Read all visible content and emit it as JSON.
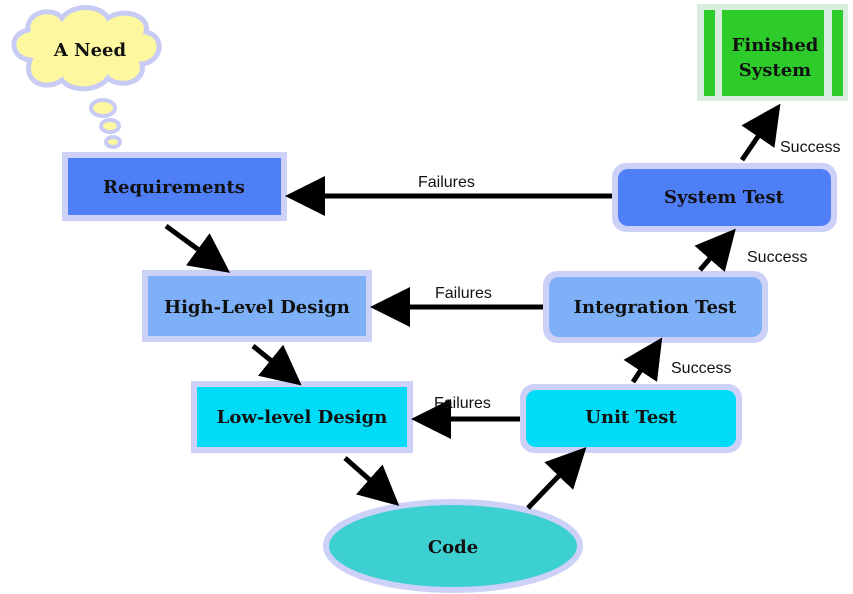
{
  "diagram": {
    "type": "v-model-flowchart",
    "colors": {
      "cloud_fill": "#fdf7a0",
      "cloud_stroke": "#c8ccf4",
      "box_border": "#cdd0f7",
      "requirements": "#4f7ff7",
      "system_test": "#4f7ff7",
      "high_level": "#7eb0f7",
      "integration": "#7eb0f7",
      "low_level": "#00dcf7",
      "unit_test": "#00dcf7",
      "code": "#3cd0d0",
      "finished_fill": "#2ecc2a",
      "finished_stripes": "#d8ece0",
      "arrow": "#000000"
    },
    "nodes": {
      "need": "A Need",
      "requirements": "Requirements",
      "high_level_design": "High-Level Design",
      "low_level_design": "Low-level Design",
      "code": "Code",
      "unit_test": "Unit Test",
      "integration_test": "Integration Test",
      "system_test": "System Test",
      "finished_line1": "Finished",
      "finished_line2": "System"
    },
    "edge_labels": {
      "failures_top": "Failures",
      "failures_mid": "Failures",
      "failures_bottom": "Failures",
      "success_system": "Success",
      "success_integration": "Success",
      "success_unit": "Success"
    }
  }
}
